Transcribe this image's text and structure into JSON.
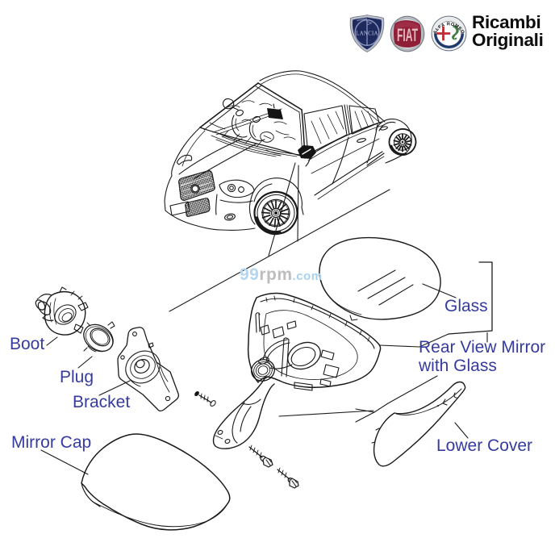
{
  "brand": {
    "title_line1": "Ricambi",
    "title_line2": "Originali",
    "logos": [
      {
        "name": "lancia",
        "label": "LANCIA",
        "color": "#2b3a85"
      },
      {
        "name": "fiat",
        "label": "FIAT",
        "color": "#96203a"
      },
      {
        "name": "alfa-romeo",
        "label": "ALFA ROMEO",
        "color": "#1d3a6e"
      }
    ],
    "title_color": "#0d0d0d"
  },
  "watermark": {
    "part1": "99",
    "part2": "rpm",
    "part3": ".com",
    "color1": "#b5d6f1",
    "color2": "#bdbdbd",
    "color3": "#a9d2f0"
  },
  "parts": {
    "boot": {
      "label": "Boot"
    },
    "plug": {
      "label": "Plug"
    },
    "bracket": {
      "label": "Bracket"
    },
    "mirror_cap": {
      "label": "Mirror Cap"
    },
    "glass": {
      "label": "Glass"
    },
    "rear_view_mirror": {
      "label": "Rear View Mirror with Glass"
    },
    "lower_cover": {
      "label": "Lower Cover"
    }
  },
  "colors": {
    "label_blue": "#353b9f",
    "line_art": "#1a1a1a",
    "background": "#ffffff"
  }
}
